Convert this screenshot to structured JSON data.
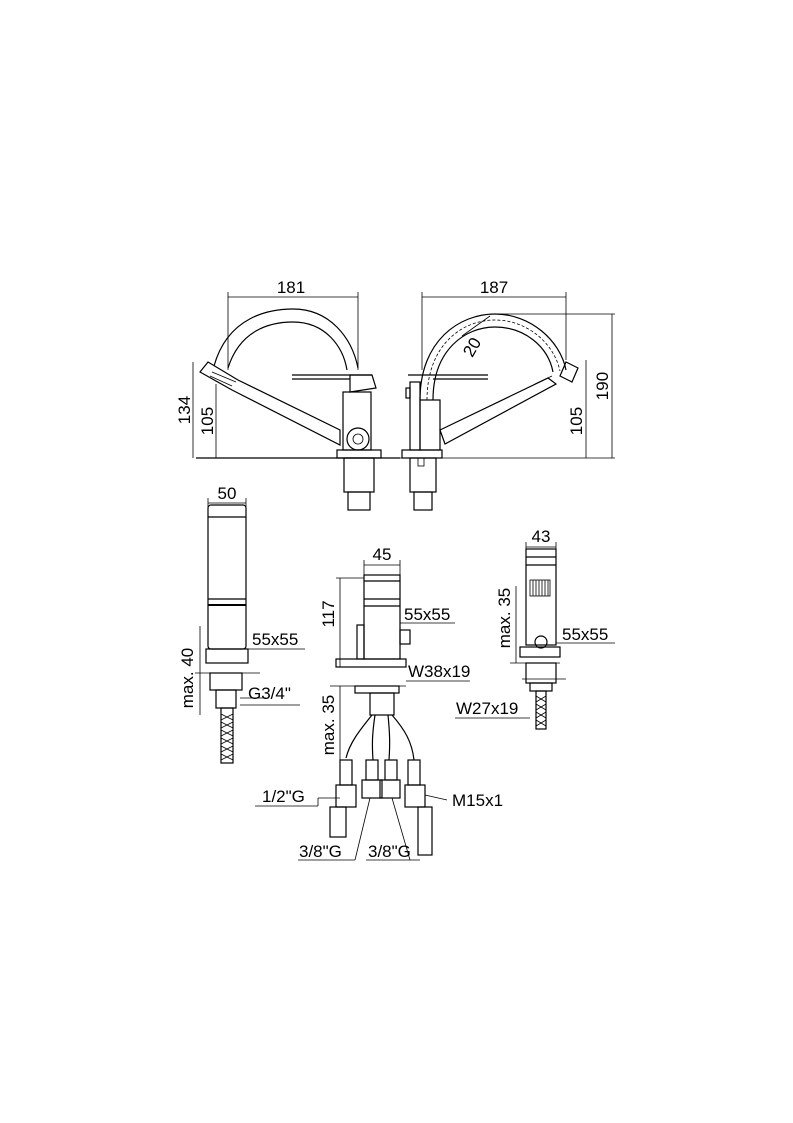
{
  "dimensions": {
    "side_left_width": "181",
    "side_right_width": "187",
    "left_height_total": "134",
    "left_height_spout": "105",
    "right_radius": "20",
    "right_height_spout": "105",
    "right_height_total": "190",
    "handset_width": "50",
    "handset_base": "55x55",
    "handset_max": "max. 40",
    "handset_thread": "G3/4\"",
    "mixer_width": "45",
    "mixer_height": "117",
    "mixer_base": "55x55",
    "mixer_nut": "W38x19",
    "mixer_max": "max. 35",
    "hose_left": "1/2\"G",
    "hose_mid_left": "3/8\"G",
    "hose_mid_right": "3/8\"G",
    "hose_right": "M15x1",
    "diverter_width": "43",
    "diverter_max": "max. 35",
    "diverter_base": "55x55",
    "diverter_nut": "W27x19"
  }
}
